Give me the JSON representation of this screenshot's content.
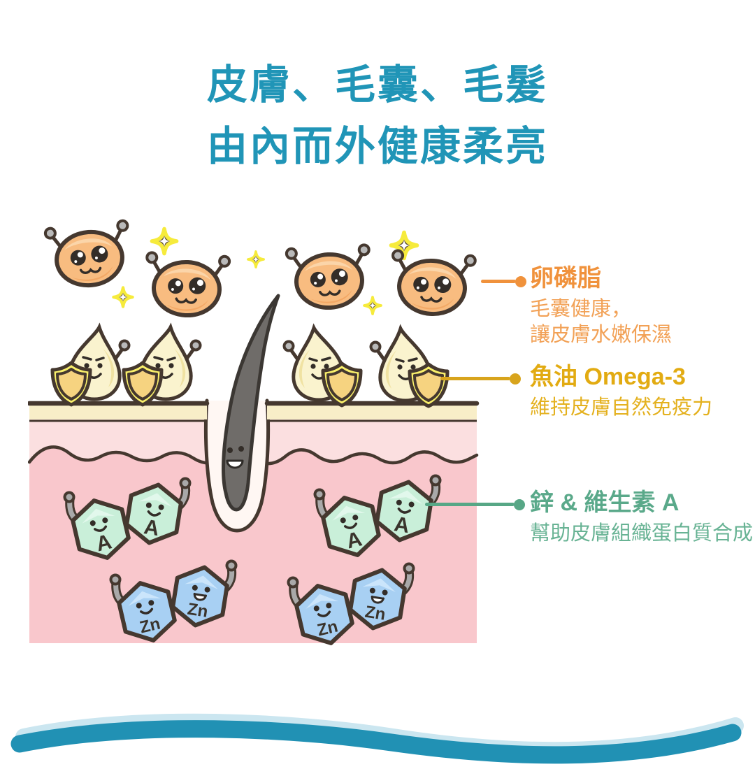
{
  "title": {
    "line1": "皮膚、毛囊、毛髮",
    "line2": "由內而外健康柔亮"
  },
  "annotations": {
    "lecithin": {
      "title": "卵磷脂",
      "line1": "毛囊健康，",
      "line2": "讓皮膚水嫩保濕"
    },
    "fish_oil": {
      "title": "魚油 Omega-3",
      "line1": "維持皮膚自然免疫力"
    },
    "zinc_vit_a": {
      "title": "鋅 & 維生素 A",
      "line1": "幫助皮膚組織蛋白質合成"
    }
  },
  "molecules": {
    "vitamin_a": "A",
    "zinc": "Zn"
  },
  "icons": {
    "sparkle": "✦",
    "shield": "shield-shape",
    "leader_dot": "●"
  },
  "colors": {
    "title_blue": "#2095B7",
    "lecithin_orange": "#F0923C",
    "lecithin_desc_orange": "#F2A156",
    "fish_oil_gold": "#E2AB12",
    "fish_oil_desc_gold": "#E4B11F",
    "zinc_green": "#5AA98A",
    "zinc_desc_green": "#68B394",
    "wave_teal": "#2191B4",
    "wave_highlight": "#CBE6F0",
    "skin_epidermis_cream": "#F8EEC8",
    "skin_upper_pink": "#FBDFE0",
    "skin_dermis_pink": "#F9C7CC",
    "lecithin_body_orange": "#F8BC80",
    "fish_oil_drop_yellow": "#FAF3CE",
    "shield_gold": "#F6D380",
    "shield_rim_yellow": "#FAF06B",
    "vitamin_a_hex_green": "#C9EFD9",
    "zinc_hex_blue": "#A8D0F3",
    "hair_grey": "#6F6C69",
    "outline_brown": "#45382F"
  }
}
